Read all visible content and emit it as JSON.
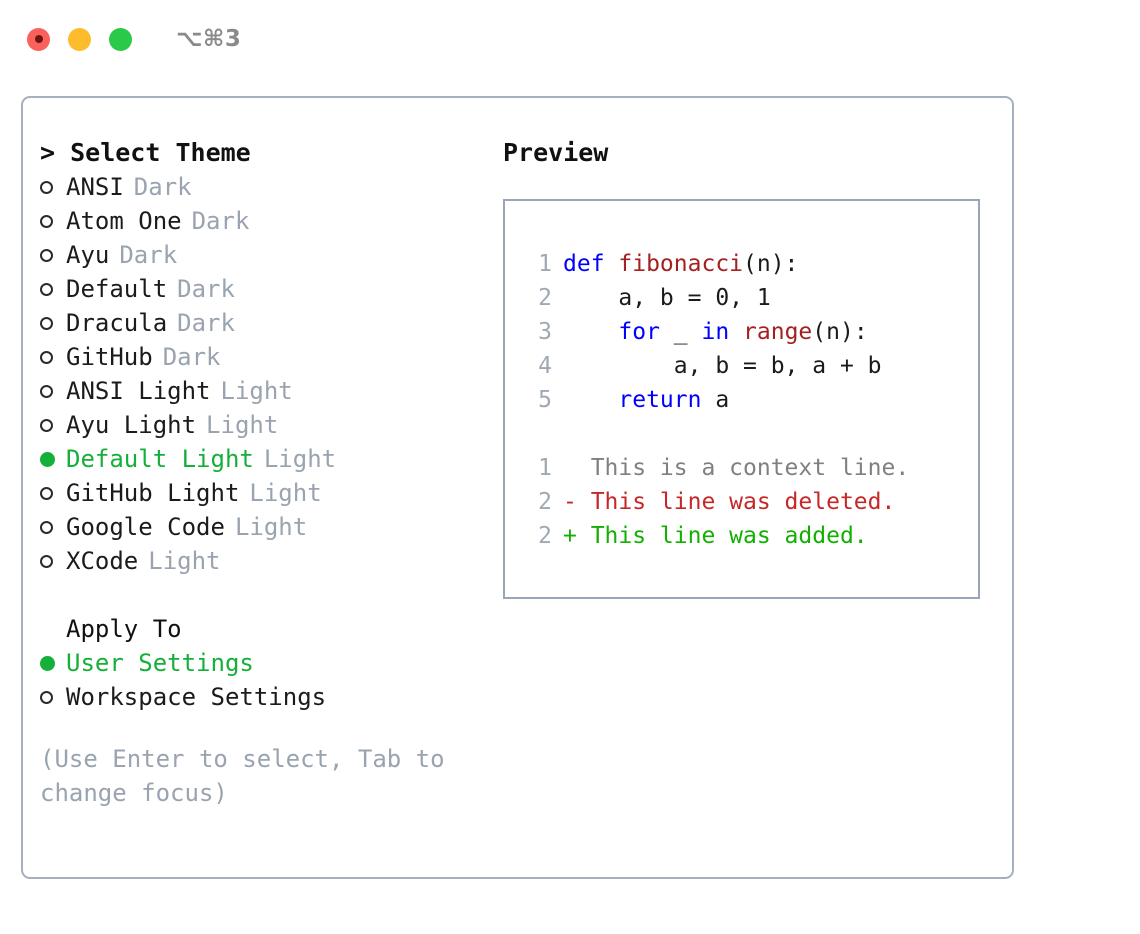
{
  "window": {
    "shortcut": "⌥⌘3",
    "traffic_lights": [
      "close-red",
      "minimize-yellow",
      "maximize-green"
    ],
    "colors": {
      "accent_green": "#15b03a",
      "muted": "#9aa3b0",
      "border": "#a5afbf",
      "keyword_blue": "#0000ff",
      "function_red": "#a52020",
      "diff_delete": "#c62828",
      "diff_add": "#12b000"
    }
  },
  "theme_list": {
    "header": "> Select Theme",
    "items": [
      {
        "label": "ANSI",
        "badge": "Dark",
        "selected": false
      },
      {
        "label": "Atom One",
        "badge": "Dark",
        "selected": false
      },
      {
        "label": "Ayu",
        "badge": "Dark",
        "selected": false
      },
      {
        "label": "Default",
        "badge": "Dark",
        "selected": false
      },
      {
        "label": "Dracula",
        "badge": "Dark",
        "selected": false
      },
      {
        "label": "GitHub",
        "badge": "Dark",
        "selected": false
      },
      {
        "label": "ANSI Light",
        "badge": "Light",
        "selected": false
      },
      {
        "label": "Ayu Light",
        "badge": "Light",
        "selected": false
      },
      {
        "label": "Default Light",
        "badge": "Light",
        "selected": true
      },
      {
        "label": "GitHub Light",
        "badge": "Light",
        "selected": false
      },
      {
        "label": "Google Code",
        "badge": "Light",
        "selected": false
      },
      {
        "label": "XCode",
        "badge": "Light",
        "selected": false
      }
    ]
  },
  "apply_to": {
    "header": "Apply To",
    "items": [
      {
        "label": "User Settings",
        "selected": true
      },
      {
        "label": "Workspace Settings",
        "selected": false
      }
    ]
  },
  "hint": "(Use Enter to select, Tab to change focus)",
  "preview": {
    "title": "Preview",
    "code_lines": [
      {
        "no": "1",
        "tokens": [
          {
            "t": "def ",
            "c": "kw"
          },
          {
            "t": "fibonacci",
            "c": "fn"
          },
          {
            "t": "(n):",
            "c": "plain"
          }
        ]
      },
      {
        "no": "2",
        "tokens": [
          {
            "t": "    a, b = 0, 1",
            "c": "plain"
          }
        ]
      },
      {
        "no": "3",
        "tokens": [
          {
            "t": "    ",
            "c": "plain"
          },
          {
            "t": "for",
            "c": "kw"
          },
          {
            "t": " _ ",
            "c": "plain"
          },
          {
            "t": "in",
            "c": "kw"
          },
          {
            "t": " ",
            "c": "plain"
          },
          {
            "t": "range",
            "c": "fn"
          },
          {
            "t": "(n):",
            "c": "plain"
          }
        ]
      },
      {
        "no": "4",
        "tokens": [
          {
            "t": "        a, b = b, a + b",
            "c": "plain"
          }
        ]
      },
      {
        "no": "5",
        "tokens": [
          {
            "t": "    ",
            "c": "plain"
          },
          {
            "t": "return",
            "c": "kw"
          },
          {
            "t": " a",
            "c": "plain"
          }
        ]
      }
    ],
    "diff_lines": [
      {
        "no": "1",
        "tokens": [
          {
            "t": "  This is a context line.",
            "c": "ctx"
          }
        ]
      },
      {
        "no": "2",
        "tokens": [
          {
            "t": "- This line was deleted.",
            "c": "del"
          }
        ]
      },
      {
        "no": "2",
        "tokens": [
          {
            "t": "+ This line was added.",
            "c": "add"
          }
        ]
      }
    ]
  }
}
